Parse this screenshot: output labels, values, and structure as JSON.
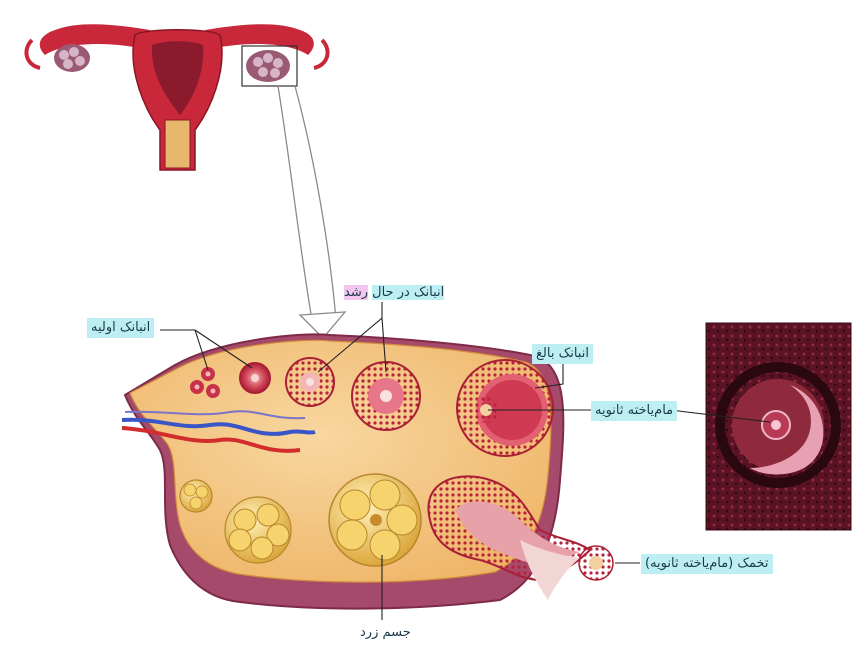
{
  "labels": {
    "primary_follicle": "انبانک اولیه",
    "growing_follicle_a": "انبانک در حال",
    "growing_follicle_b": "رشد",
    "mature_follicle": "انبانک بالغ",
    "secondary_oocyte": "مام‌یاخته ثانویه",
    "ovum_released": "تخمک (مام‌یاخته ثانویه)",
    "corpus_luteum": "جسم زرد"
  },
  "colors": {
    "label_highlight": "#bdeff2",
    "label_highlight_pink": "#f3c6ef",
    "ovary_fill": "#f4c27d",
    "ovary_rim": "#9b2f52",
    "follicle": "#c8314a",
    "corpus_luteum": "#f0c24e",
    "uterus": "#c9283a",
    "micrograph_bg": "#5a1324"
  }
}
